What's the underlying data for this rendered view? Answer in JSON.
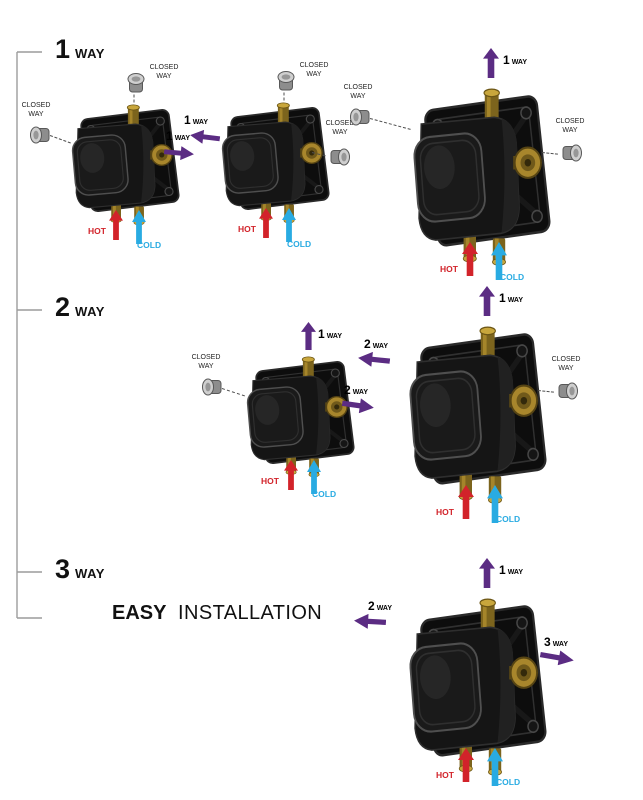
{
  "sections": {
    "one": {
      "num": "1",
      "word": "WAY"
    },
    "two": {
      "num": "2",
      "word": "WAY"
    },
    "three": {
      "num": "3",
      "word": "WAY"
    }
  },
  "caption": {
    "bold": "EASY",
    "regular": "INSTALLATION"
  },
  "labels": {
    "closed_line1": "CLOSED",
    "closed_line2": "WAY",
    "hot": "HOT",
    "cold": "COLD",
    "way": "WAY",
    "n1": "1",
    "n2": "2",
    "n3": "3"
  },
  "colors": {
    "purple": "#5b2c83",
    "red": "#d2232a",
    "blue": "#29abe2",
    "brass": "#c8a63c",
    "cap_gray": "#9a9a9a",
    "bracket_line": "#9c9c9c"
  }
}
